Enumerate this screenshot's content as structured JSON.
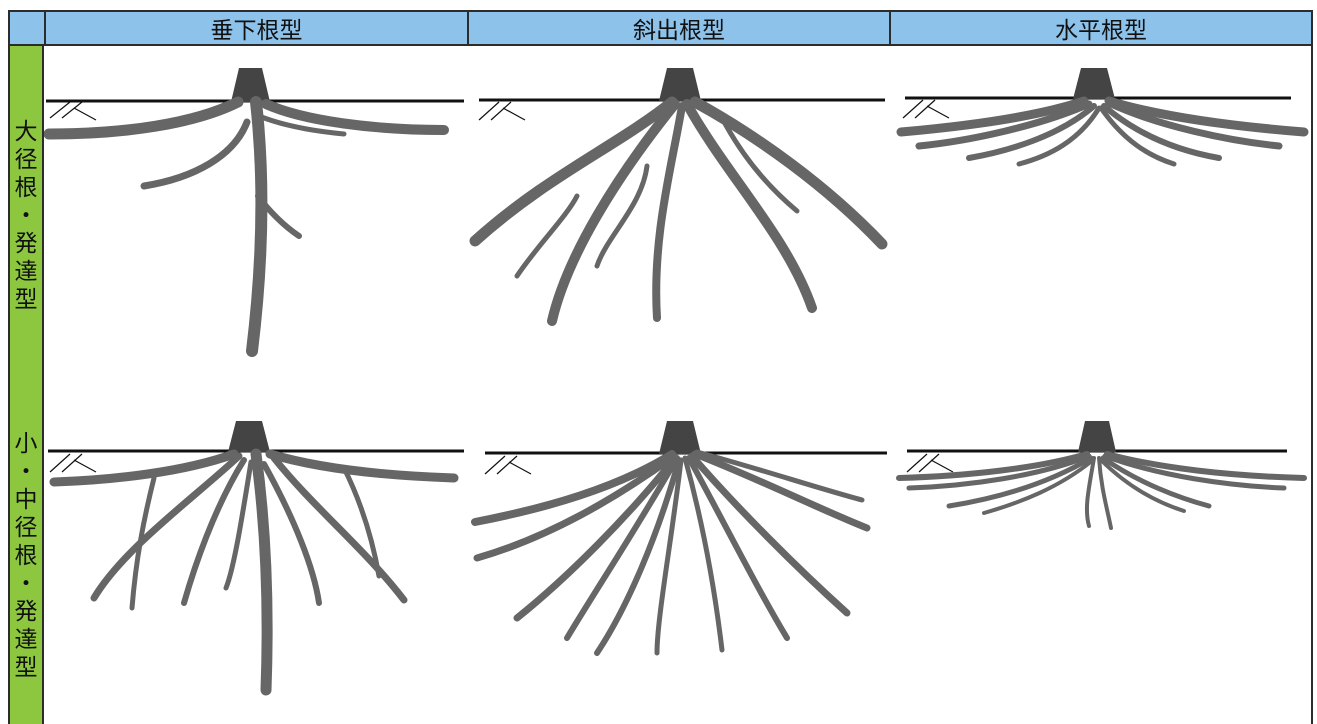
{
  "columns": [
    {
      "label": "垂下根型"
    },
    {
      "label": "斜出根型"
    },
    {
      "label": "水平根型"
    }
  ],
  "rows": [
    {
      "label_chars": [
        "大",
        "径",
        "根",
        "・",
        "発",
        "達",
        "型"
      ]
    },
    {
      "label_chars": [
        "小",
        "・",
        "中",
        "径",
        "根",
        "・",
        "発",
        "達",
        "型"
      ]
    }
  ],
  "colors": {
    "header_bg": "#8dc2ea",
    "side_bg": "#8dc63f",
    "root": "#666666",
    "trunk": "#444444",
    "border": "#2c2c2c"
  }
}
